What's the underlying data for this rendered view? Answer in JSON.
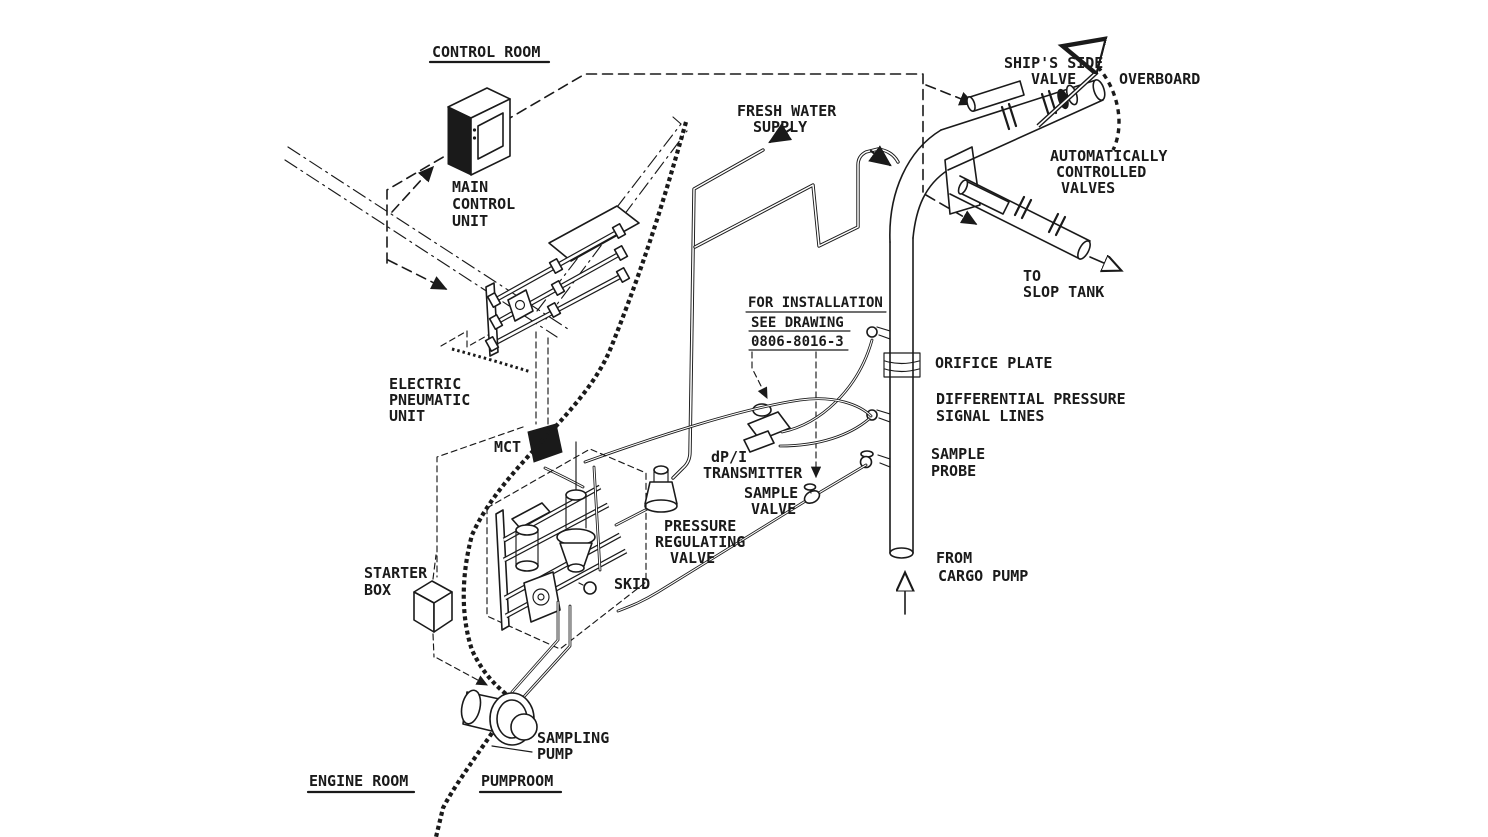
{
  "title": "ODME piping and instrumentation isometric diagram",
  "colors": {
    "ink": "#1a1a1a",
    "paper": "#ffffff"
  },
  "labels": {
    "control_room": "CONTROL ROOM",
    "main_control_unit": [
      "MAIN",
      "CONTROL",
      "UNIT"
    ],
    "fresh_water_supply": [
      "FRESH WATER",
      "SUPPLY"
    ],
    "ships_side_valve": [
      "SHIP'S SIDE",
      "VALVE"
    ],
    "overboard": "OVERBOARD",
    "automatically_controlled_valves": [
      "AUTOMATICALLY",
      "CONTROLLED",
      "VALVES"
    ],
    "to_slop_tank": [
      "TO",
      "SLOP TANK"
    ],
    "installation_note": [
      "FOR INSTALLATION",
      "SEE DRAWING",
      "0806-8016-3"
    ],
    "orifice_plate": "ORIFICE PLATE",
    "differential_pressure_signal_lines": [
      "DIFFERENTIAL PRESSURE",
      "SIGNAL LINES"
    ],
    "sample_probe": [
      "SAMPLE",
      "PROBE"
    ],
    "from_cargo_pump": [
      "FROM",
      "CARGO PUMP"
    ],
    "electric_pneumatic_unit": [
      "ELECTRIC",
      "PNEUMATIC",
      "UNIT"
    ],
    "mct": "MCT",
    "starter_box": [
      "STARTER",
      "BOX"
    ],
    "skid": "SKID",
    "sampling_pump": [
      "SAMPLING",
      "PUMP"
    ],
    "engine_room": "ENGINE ROOM",
    "pumproom": "PUMPROOM",
    "dpi_transmitter": [
      "dP/I",
      "TRANSMITTER"
    ],
    "sample_valve": [
      "SAMPLE",
      "VALVE"
    ],
    "pressure_regulating_valve": [
      "PRESSURE",
      "REGULATING",
      "VALVE"
    ]
  }
}
